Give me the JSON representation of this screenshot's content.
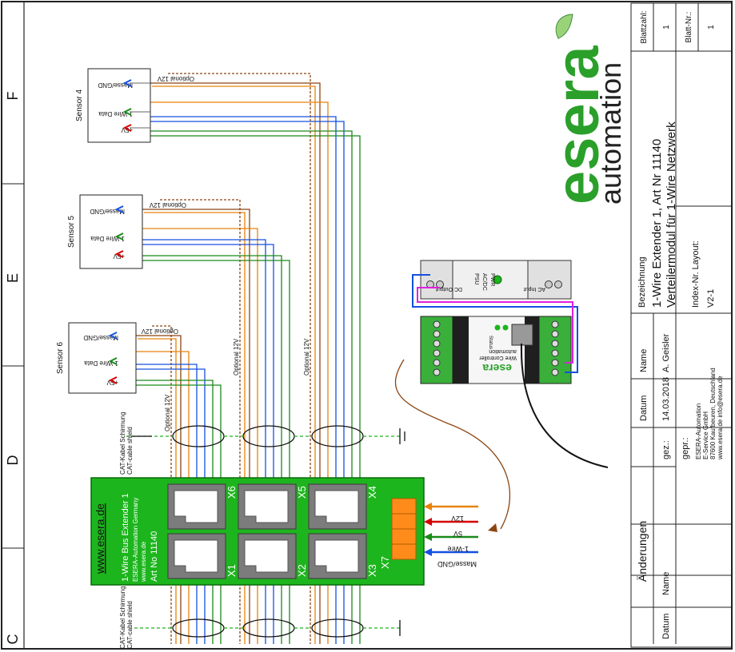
{
  "zones": [
    "F",
    "E",
    "D",
    "C"
  ],
  "brand": {
    "word": "esera",
    "sub": "automation"
  },
  "title_block": {
    "blattzahl_label": "Blattzahl:",
    "blattzahl_value": "1",
    "blattnr_label": "Blatt-Nr.:",
    "blattnr_value": "1",
    "bezeichnung_label": "Bezeichnung",
    "title_line1": "1-Wire Extender 1, Art Nr 11140",
    "title_line2": "Verteilermodul für 1-Wire Netzwerk",
    "index_label": "Index-Nr. Layout:",
    "index_value": "V2-1",
    "name_label": "Name",
    "name_value": "A. Geisler",
    "datum_label": "Datum",
    "datum_value": "14.03.2018",
    "gez_label": "gez.:",
    "gepr_label": "gepr.:",
    "aenderungen_label": "Änderungen",
    "a_datum_label": "Datum",
    "a_name_label": "Name",
    "company_lines": [
      "ESERA-Automation",
      "E-Service GmbH",
      "87600 Kaufbeuren, Deutschland",
      "www.esera.de  info@esera.de"
    ]
  },
  "sensors": [
    {
      "title": "Sensor 4",
      "pins": [
        "Masse/GND",
        "1-Wire Data",
        "+5V"
      ],
      "optional": "Optional 12V"
    },
    {
      "title": "Sensor 5",
      "pins": [
        "Masse/GND",
        "1-Wire Data",
        "+5V"
      ],
      "optional": "Optional 12V"
    },
    {
      "title": "Sensor 6",
      "pins": [
        "Masse/GND",
        "1-Wire Data",
        "+5V"
      ],
      "optional": "Optional 12V"
    }
  ],
  "cable_labels": {
    "optional_a": "Optional 12V",
    "optional_b": "Optional 12V",
    "optional_c": "Optional 12V"
  },
  "shield_label": {
    "line1": "CAT-Kabel Schirmung",
    "line2": "CAT-cable shield"
  },
  "module": {
    "website": "www.esera.de",
    "name": "1-Wire Bus Extender 1",
    "maker": "ESERA-Automation Germany",
    "url": "www.esera.de",
    "art": "Art No 11140",
    "ports": [
      "X6",
      "X5",
      "X4",
      "X1",
      "X2",
      "X3"
    ],
    "terminal": "X7"
  },
  "bus_wires": [
    {
      "label": "12V",
      "color": "#e8820a"
    },
    {
      "label": "5V",
      "color": "#d60000"
    },
    {
      "label": "1-Wire",
      "color": "#1a8a1a"
    },
    {
      "label": "Masse/GND",
      "color": "#1450e0"
    }
  ],
  "psu": {
    "dc_output": "DC Output",
    "psu": "PSU",
    "acdc": "AC/DC",
    "pwr": "PWR",
    "ac_input": "AC Input"
  },
  "controller": {
    "brand": "esera",
    "line1": "automation",
    "line2": "Wire Controller",
    "status": "Status"
  },
  "colors": {
    "green": "#1db51d",
    "blue": "#1450e0",
    "red": "#d60000",
    "brown": "#8b4513",
    "orange": "#e8820a",
    "wire_green": "#1a8a1a"
  }
}
